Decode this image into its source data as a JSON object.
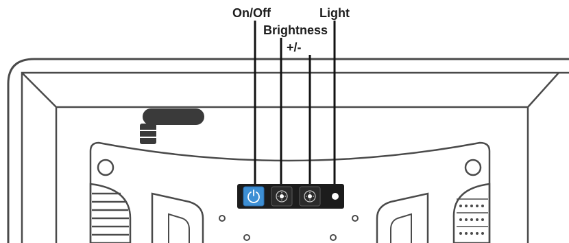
{
  "callouts": {
    "on_off": "On/Off",
    "brightness": "Brightness",
    "plus_minus": "+/-",
    "light": "Light"
  },
  "colors": {
    "power_button_fill": "#3d8fd4",
    "power_button_border": "#2a6aa8",
    "control_panel": "#1c1c1c",
    "line_art": "#4a4a4a",
    "leader_lines": "#111111"
  },
  "icons": {
    "power": "power-icon",
    "brightness_button": "sun-icon",
    "adjust_button": "sun-icon",
    "light_indicator": "led-dot"
  }
}
